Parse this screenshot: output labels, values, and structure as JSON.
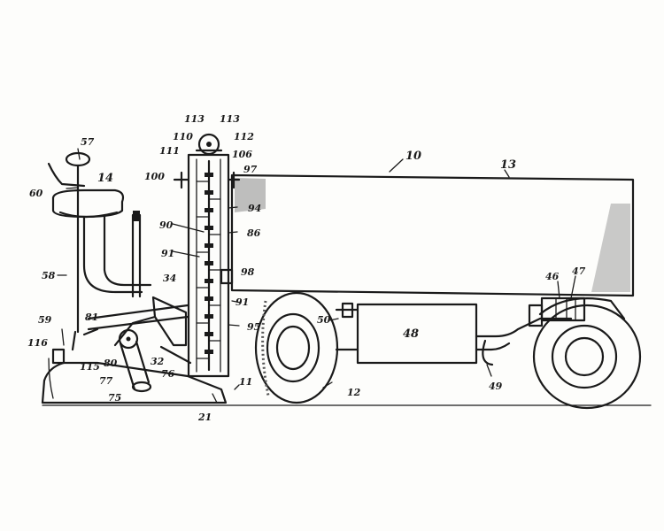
{
  "figure": {
    "reference_numerals": {
      "r10": "10",
      "r11": "11",
      "r12": "12",
      "r13": "13",
      "r14": "14",
      "r21": "21",
      "r32": "32",
      "r34": "34",
      "r46": "46",
      "r47": "47",
      "r48": "48",
      "r49": "49",
      "r50": "50",
      "r57": "57",
      "r58": "58",
      "r59": "59",
      "r60": "60",
      "r75": "75",
      "r76": "76",
      "r77": "77",
      "r80": "80",
      "r81": "81",
      "r86": "86",
      "r90": "90",
      "r91a": "91",
      "r91b": "91",
      "r94": "94",
      "r95": "95",
      "r97": "97",
      "r98": "98",
      "r100": "100",
      "r106": "106",
      "r110": "110",
      "r111": "111",
      "r112": "112",
      "r113a": "113",
      "r113b": "113",
      "r115": "115",
      "r116": "116"
    }
  }
}
